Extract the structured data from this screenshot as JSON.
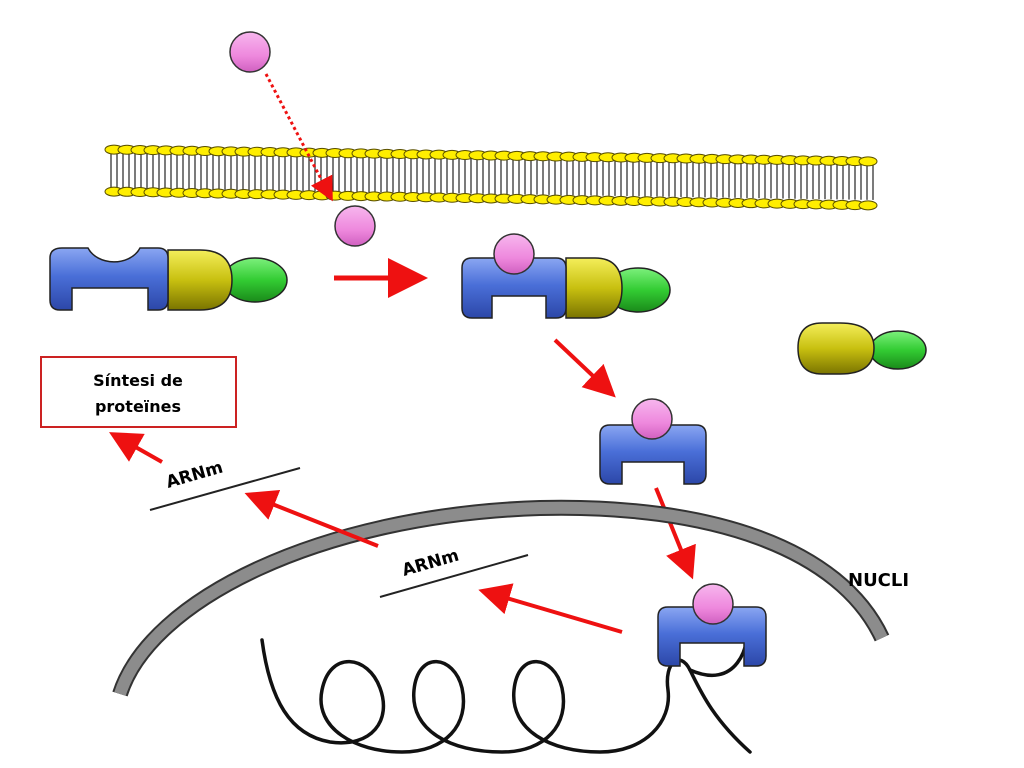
{
  "labels": {
    "protein_synthesis_line1": "Síntesi de",
    "protein_synthesis_line2": "proteïnes",
    "mrna_cytoplasm": "ARNm",
    "mrna_nucleus": "ARNm",
    "nucleus": "NUCLI"
  },
  "colors": {
    "hormone": "#ee88dd",
    "receptor": "#4a6fd8",
    "chaperone_yellow": "#c8c010",
    "chaperone_green": "#33cc33",
    "arrow": "#ee1111",
    "membrane_head": "#ffee00",
    "nuclear_envelope": "#8c8c8c",
    "dna": "#000000",
    "box_border": "#cc2222"
  }
}
